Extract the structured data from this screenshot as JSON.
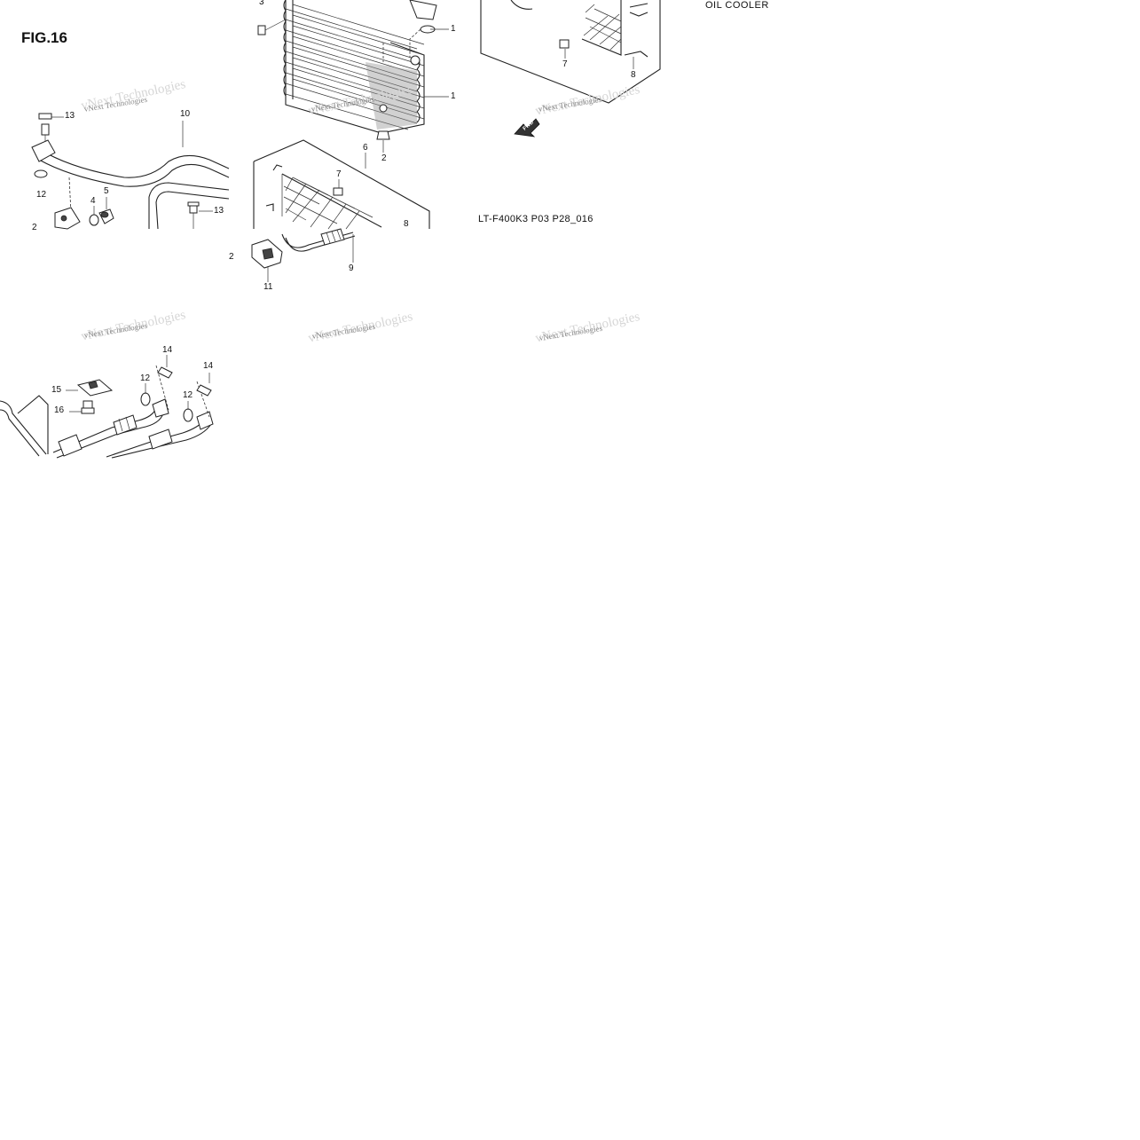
{
  "figure": {
    "label": "FIG.16",
    "title": "OIL COOLER",
    "reference_code": "LT-F400K3 P03 P28_016"
  },
  "watermark": {
    "text": "vNext Technologies"
  },
  "fwd_marker": {
    "label": "FWD"
  },
  "callouts": [
    "3",
    "1",
    "1",
    "2",
    "6",
    "7",
    "8",
    "9",
    "11",
    "2",
    "7",
    "8",
    "13",
    "10",
    "12",
    "4",
    "5",
    "13",
    "2",
    "14",
    "14",
    "15",
    "12",
    "12",
    "16"
  ]
}
